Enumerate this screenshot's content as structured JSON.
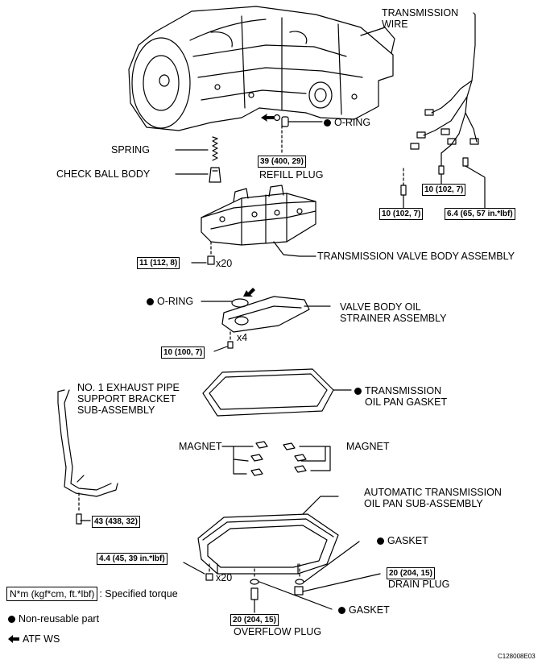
{
  "labels": {
    "transmission_wire": [
      "TRANSMISSION",
      "WIRE"
    ],
    "o_ring_plug": "O-RING",
    "spring": "SPRING",
    "check_ball_body": "CHECK BALL BODY",
    "refill_plug": "REFILL PLUG",
    "valve_body_assembly": "TRANSMISSION VALVE BODY ASSEMBLY",
    "o_ring_strainer": "O-RING",
    "oil_strainer": [
      "VALVE BODY OIL",
      "STRAINER ASSEMBLY"
    ],
    "exhaust_bracket": [
      "NO. 1 EXHAUST PIPE",
      "SUPPORT BRACKET",
      "SUB-ASSEMBLY"
    ],
    "oil_pan_gasket": [
      "TRANSMISSION",
      "OIL PAN GASKET"
    ],
    "magnet_left": "MAGNET",
    "magnet_right": "MAGNET",
    "oil_pan": [
      "AUTOMATIC TRANSMISSION",
      "OIL PAN SUB-ASSEMBLY"
    ],
    "gasket_drain": "GASKET",
    "drain_plug": "DRAIN PLUG",
    "gasket_overflow": "GASKET",
    "overflow_plug": "OVERFLOW PLUG",
    "qty_valve_bolts": "x20",
    "qty_strainer_bolts": "x4",
    "qty_pan_bolts": "x20",
    "figure_code": "C128008E03"
  },
  "torques": {
    "refill_plug": "39 (400, 29)",
    "wire_bolt_a": "10 (102, 7)",
    "wire_bolt_b": "10 (102, 7)",
    "wire_bolt_c": "6.4 (65, 57 in.*lbf)",
    "valve_body_bolts": "11 (112, 8)",
    "strainer_bolts": "10 (100, 7)",
    "bracket_bolt": "43 (438, 32)",
    "pan_bolts": "4.4 (45, 39 in.*lbf)",
    "drain_plug": "20 (204, 15)",
    "overflow_plug": "20 (204, 15)"
  },
  "legend": {
    "torque_unit": "N*m (kgf*cm, ft.*lbf)",
    "torque_desc": ": Specified torque",
    "non_reusable": "Non-reusable part",
    "atf": "ATF WS"
  }
}
